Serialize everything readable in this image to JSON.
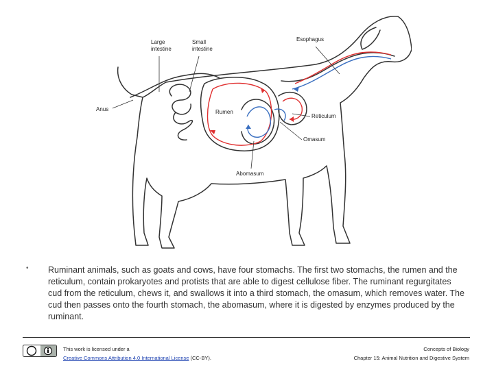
{
  "labels": {
    "large_intestine": [
      "Large",
      "intestine"
    ],
    "small_intestine": [
      "Small",
      "intestine"
    ],
    "esophagus": "Esophagus",
    "anus": "Anus",
    "rumen": "Rumen",
    "reticulum": "Reticulum",
    "omasum": "Omasum",
    "abomasum": "Abomasum"
  },
  "paragraph": "Ruminant animals, such as goats and cows, have four stomachs. The first two stomachs, the rumen and the reticulum, contain prokaryotes and protists that are able to digest cellulose fiber. The ruminant regurgitates cud from the reticulum, chews it, and swallows it into a third stomach, the omasum, which removes water. The cud then passes onto the fourth stomach, the abomasum, where it is digested by enzymes produced by the ruminant.",
  "footer": {
    "license_line1": "This work is licensed under a",
    "license_link": "Creative Commons Attribution 4.0 International License",
    "license_suffix": " (CC-BY).",
    "course_title": "Concepts of Biology",
    "chapter": "Chapter 15: Animal Nutrition and Digestive System"
  },
  "colors": {
    "arrow_red": "#e03030",
    "arrow_blue": "#3a6fc0",
    "outline": "#333333"
  },
  "icons": {
    "bullet": "•",
    "license_badge": "cc-by-icon"
  }
}
